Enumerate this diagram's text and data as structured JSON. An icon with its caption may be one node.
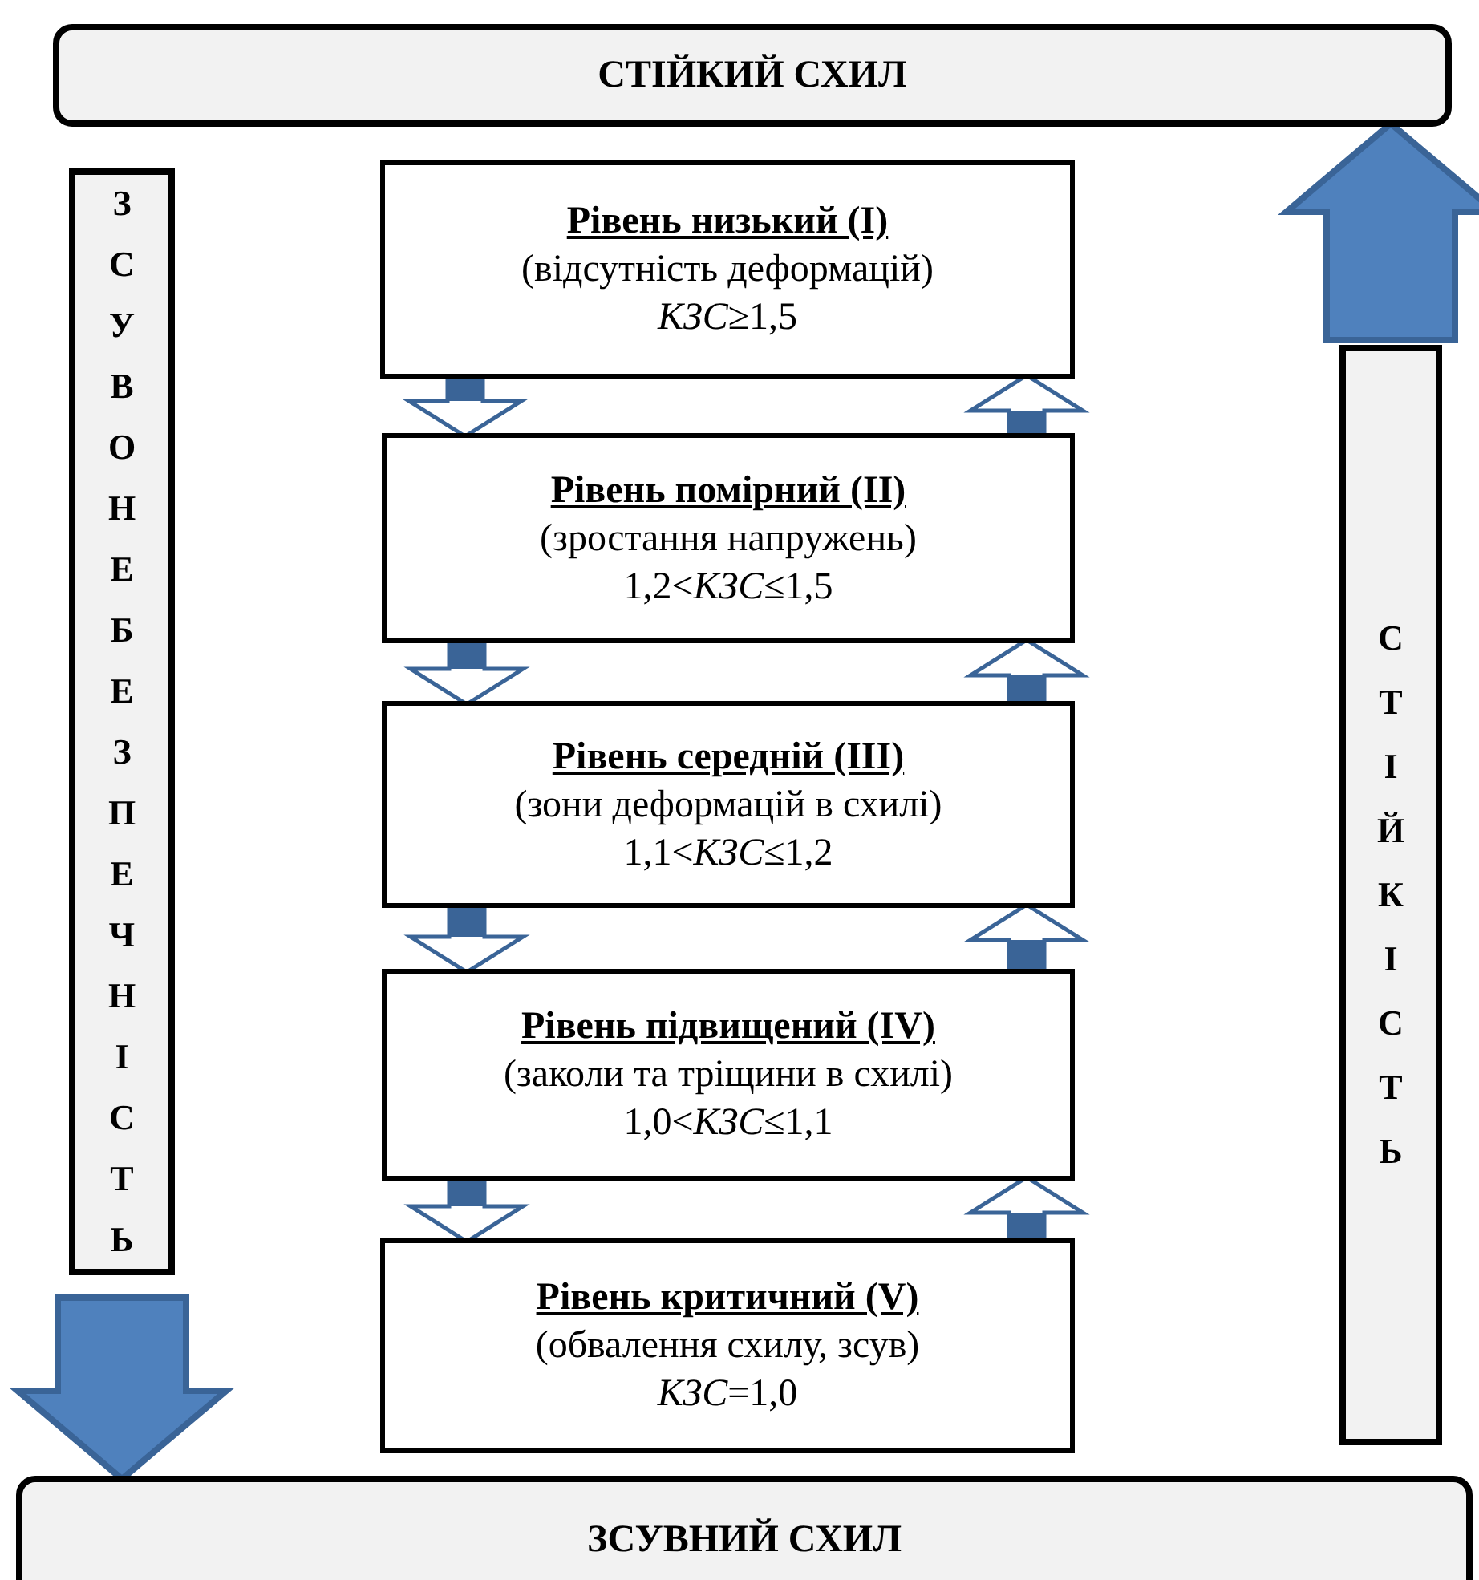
{
  "diagram": {
    "nodes": [
      {
        "text": [
          "СТІЙКИЙ СХИЛ"
        ]
      },
      {
        "text": [
          "ЗСУВОНЕБЕЗПЕЧНІСТЬ"
        ]
      },
      {
        "text": [
          "Рівень низький (І)",
          "(відсутність деформацій)",
          "*КЗС*≥1,5"
        ]
      },
      {
        "text": [
          "Рівень помірний (ІІ)",
          "(зростання напружень)",
          "1,2<*КЗС*≤1,5"
        ]
      },
      {
        "text": [
          "Рівень середній (ІІІ)",
          "(зони деформацій в схилі)",
          "1,1<*КЗС*≤1,2"
        ]
      },
      {
        "text": [
          "Рівень підвищений (ІV)",
          "(заколи та тріщини в схилі)",
          "1,0<*КЗС*≤1,1"
        ]
      },
      {
        "text": [
          "Рівень критичний (V)",
          "(обвалення схилу, зсув)",
          "*КЗС*=1,0"
        ]
      },
      {
        "text": [
          "СТІЙКІСТЬ"
        ]
      },
      {
        "text": [
          "ЗСУВНИЙ СХИЛ"
        ]
      }
    ],
    "edges": [
      {
        "from": 2,
        "to": 3,
        "arrow": "to"
      },
      {
        "from": 3,
        "to": 2,
        "arrow": "to"
      },
      {
        "from": 3,
        "to": 4,
        "arrow": "to"
      },
      {
        "from": 4,
        "to": 3,
        "arrow": "to"
      },
      {
        "from": 4,
        "to": 5,
        "arrow": "to"
      },
      {
        "from": 5,
        "to": 4,
        "arrow": "to"
      },
      {
        "from": 5,
        "to": 6,
        "arrow": "to"
      },
      {
        "from": 6,
        "to": 5,
        "arrow": "to"
      },
      {
        "from": 1,
        "to": 8,
        "arrow": "to",
        "style": "thick"
      },
      {
        "from": 7,
        "to": 0,
        "arrow": "to",
        "style": "thick"
      }
    ]
  }
}
